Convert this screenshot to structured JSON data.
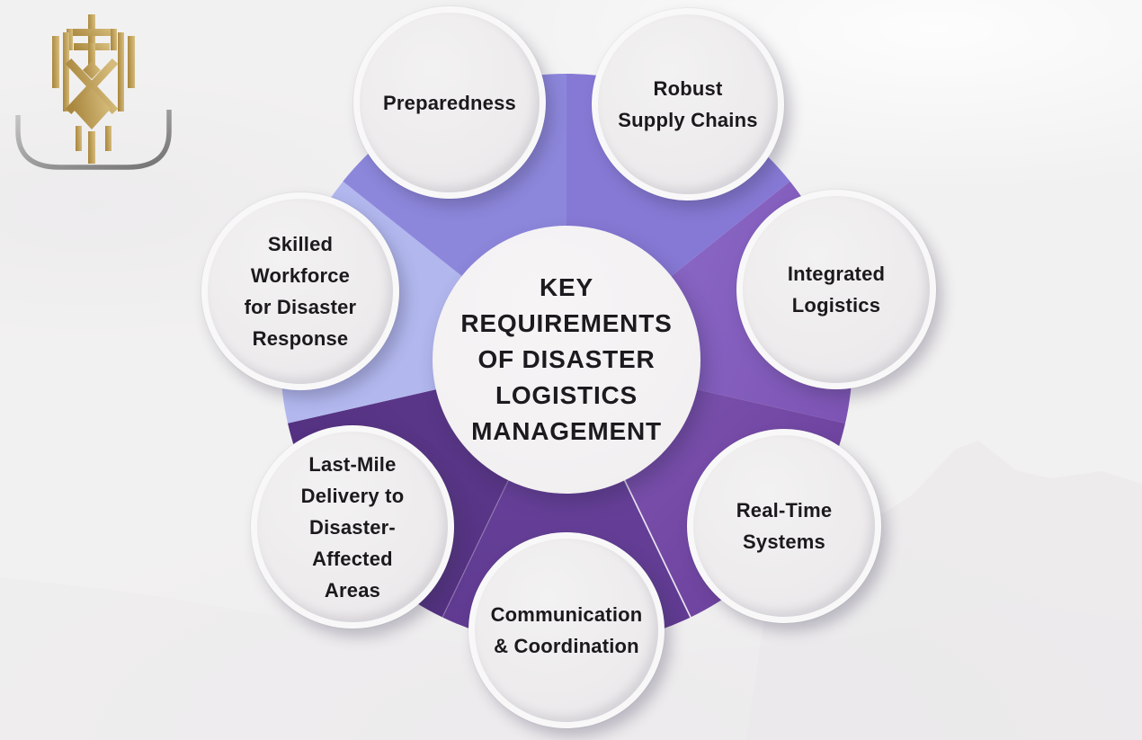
{
  "background": {
    "base": "#f2f1f1",
    "ridge_near": "#e9e8ea",
    "ridge_far": "#ecebec"
  },
  "logo": {
    "description": "gold geometric crown-lion monogram above gray open arc",
    "gold_dark": "#a9873e",
    "gold_light": "#d6bc7c",
    "arc_light": "#c9c9c9",
    "arc_dark": "#707070"
  },
  "hub": {
    "lines": [
      "KEY",
      "REQUIREMENTS",
      "OF DISASTER",
      "LOGISTICS",
      "MANAGEMENT"
    ],
    "fill": "#f3f1f2",
    "text_color": "#1d1a1f"
  },
  "divider_color": "rgba(255,255,255,0.85)",
  "divider_faint_color": "rgba(255,255,255,0.28)",
  "node_fill": "#efeeee",
  "node_ring": "#f9f8f9",
  "node_text_color": "#1c191d",
  "circles": [
    {
      "id": "preparedness",
      "lines": [
        "Preparedness"
      ],
      "wedge_color": "#8d87dc"
    },
    {
      "id": "robust-supply-chains",
      "lines": [
        "Robust",
        "Supply Chains"
      ],
      "wedge_color": "#8679d5"
    },
    {
      "id": "integrated-logistics",
      "lines": [
        "Integrated",
        "Logistics"
      ],
      "wedge_color": "#8d6cca",
      "wedge_color_outer": "#7c52b2"
    },
    {
      "id": "real-time-systems",
      "lines": [
        "Real-Time",
        "Systems"
      ],
      "wedge_color": "#8059b3",
      "wedge_color_outer": "#6d419e"
    },
    {
      "id": "communication-coordination",
      "lines": [
        "Communication",
        "& Coordination"
      ],
      "wedge_color": "#6c459f",
      "wedge_color_outer": "#5f3a90"
    },
    {
      "id": "last-mile-delivery",
      "lines": [
        "Last-Mile",
        "Delivery to",
        "Disaster-",
        "Affected",
        "Areas"
      ],
      "wedge_color": "#613d90",
      "wedge_color_outer": "#522f7f"
    },
    {
      "id": "skilled-workforce",
      "lines": [
        "Skilled",
        "Workforce",
        "for Disaster",
        "Response"
      ],
      "wedge_color": "#b2b8ee"
    }
  ]
}
